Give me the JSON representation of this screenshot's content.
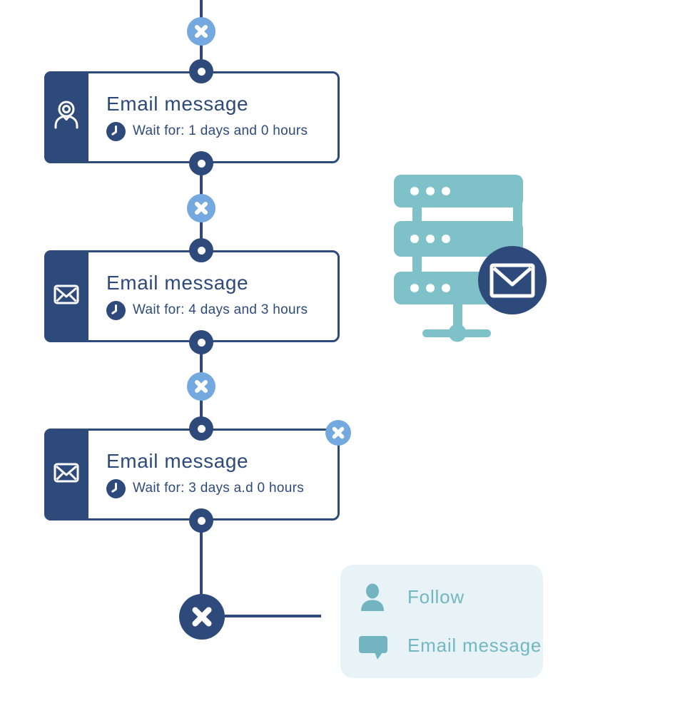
{
  "workflow": {
    "cards": [
      {
        "icon": "user",
        "title": "Email message",
        "wait_label": "Wait for: 1 days and 0 hours"
      },
      {
        "icon": "envelope",
        "title": "Email message",
        "wait_label": "Wait for: 4 days and 3 hours"
      },
      {
        "icon": "envelope",
        "title": "Email message",
        "wait_label": "Wait for: 3 days a.d 0 hours"
      }
    ]
  },
  "action_menu": {
    "items": [
      {
        "icon": "user",
        "label": "Follow"
      },
      {
        "icon": "chat-bubble",
        "label": "Email message"
      }
    ]
  },
  "icons": {
    "connector_button": "x-icon",
    "end_node": "x-icon",
    "delete_step": "x-icon",
    "wait_badge": "clock-icon",
    "illustration": "mail-server"
  },
  "colors": {
    "navy": "#2e4a7b",
    "light_blue": "#74a9e0",
    "teal": "#7ec1c8",
    "panel_bg": "#e8f3f7",
    "panel_text": "#73b7c2",
    "white": "#ffffff"
  }
}
